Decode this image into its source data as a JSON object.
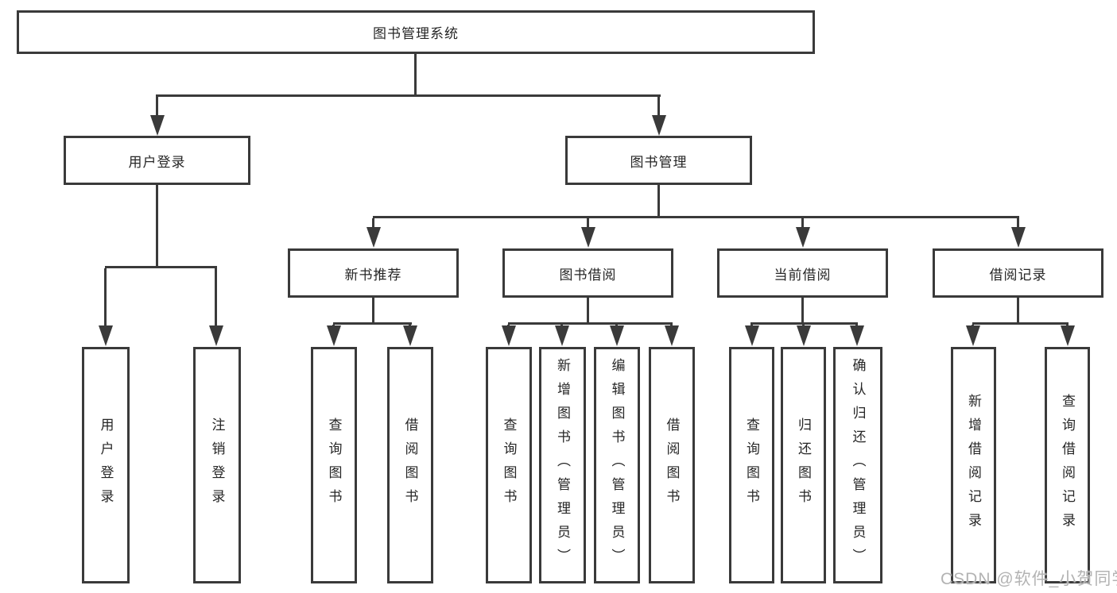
{
  "tree": {
    "root": {
      "label": "图书管理系统",
      "children": [
        {
          "label": "用户登录",
          "children": [
            {
              "label": "用户登录"
            },
            {
              "label": "注销登录"
            }
          ]
        },
        {
          "label": "图书管理",
          "children": [
            {
              "label": "新书推荐",
              "children": [
                {
                  "label": "查询图书"
                },
                {
                  "label": "借阅图书"
                }
              ]
            },
            {
              "label": "图书借阅",
              "children": [
                {
                  "label": "查询图书"
                },
                {
                  "label": "新增图书（管理员）"
                },
                {
                  "label": "编辑图书（管理员）"
                },
                {
                  "label": "借阅图书"
                }
              ]
            },
            {
              "label": "当前借阅",
              "children": [
                {
                  "label": "查询图书"
                },
                {
                  "label": "归还图书"
                },
                {
                  "label": "确认归还（管理员）"
                }
              ]
            },
            {
              "label": "借阅记录",
              "children": [
                {
                  "label": "新增借阅记录"
                },
                {
                  "label": "查询借阅记录"
                }
              ]
            }
          ]
        }
      ]
    }
  },
  "watermark": {
    "text": "CSDN @软件_小贺同学"
  },
  "colors": {
    "line": "#3a3a3a",
    "box_border": "#3a3a3a",
    "text": "#262626",
    "background": "#ffffff",
    "watermark": "#b3b3b3"
  }
}
